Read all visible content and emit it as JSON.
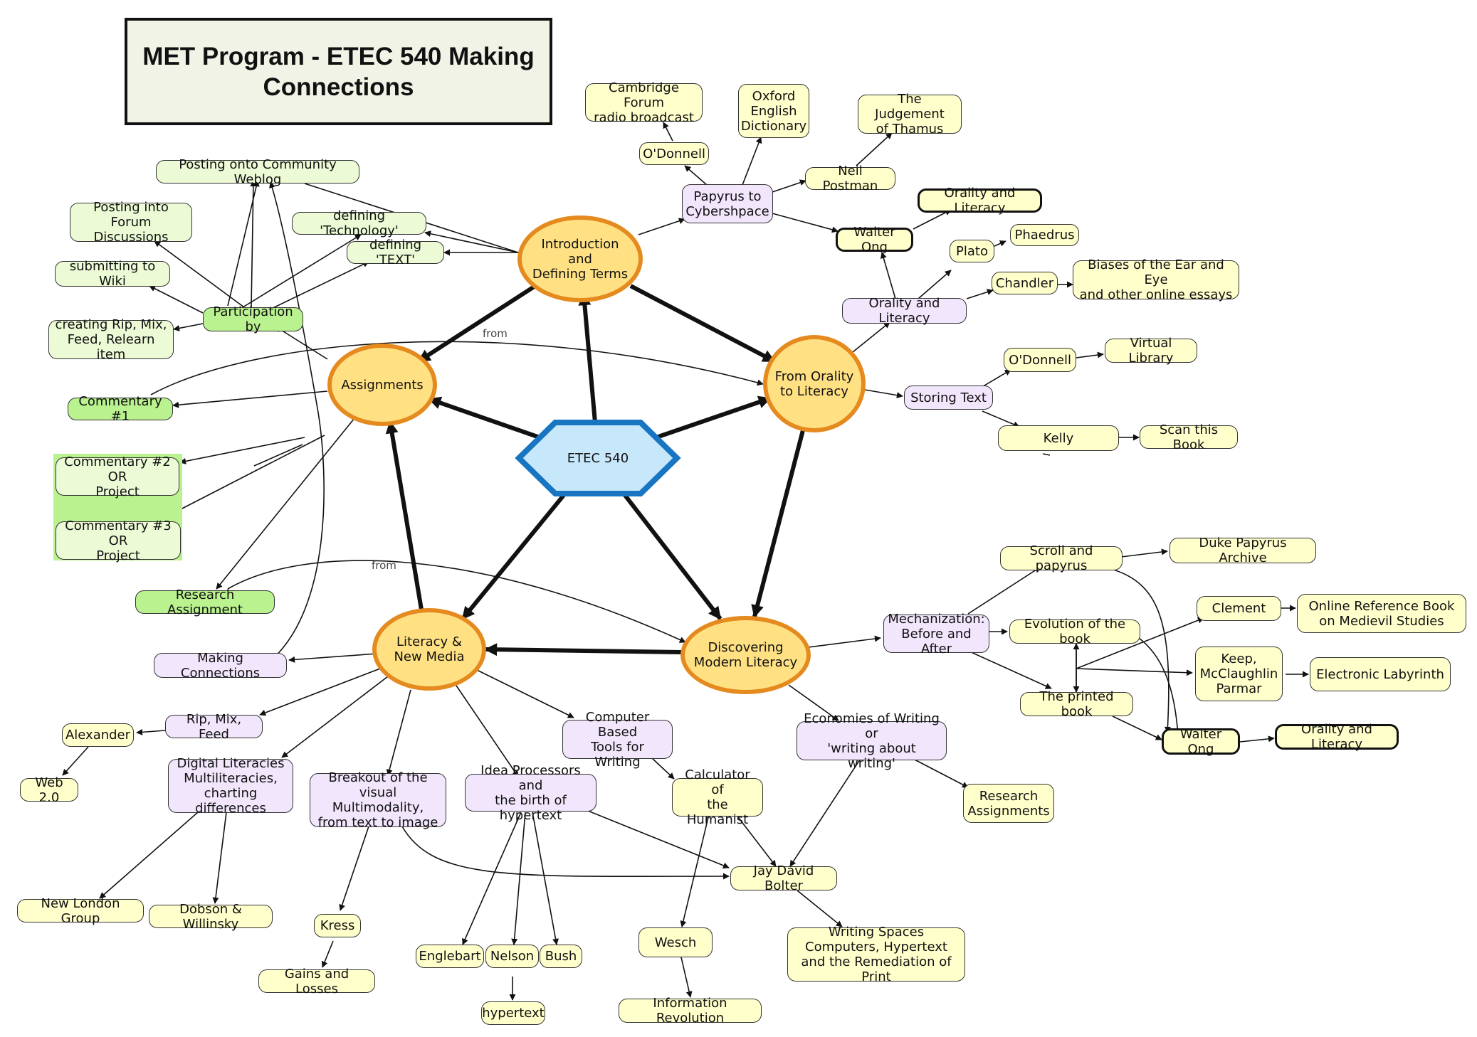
{
  "title": "MET Program - ETEC 540 Making Connections",
  "center": "ETEC 540",
  "hubs": {
    "intro": "Introduction and\nDefining Terms",
    "orality": "From Orality\nto Literacy",
    "assignments": "Assignments",
    "discovering": "Discovering\nModern Literacy",
    "literacy": "Literacy &\nNew Media"
  },
  "nodes": {
    "cambridge": "Cambridge Forum\nradio broadcast",
    "oxford": "Oxford\nEnglish\nDictionary",
    "thamus": "The Judgement\nof Thamus",
    "odonnell1": "O'Donnell",
    "postman": "Neil Postman",
    "papyrus": "Papyrus to\nCybershpace",
    "orality_top": "Orality and Literacy",
    "ong1": "Walter Ong",
    "phaedrus": "Phaedrus",
    "plato": "Plato",
    "chandler": "Chandler",
    "biases": "Biases of the Ear and Eye\nand other online essays",
    "orality_lit": "Orality and Literacy",
    "odonnell2": "O'Donnell",
    "virtual": "Virtual Library",
    "storing": "Storing Text",
    "kelly": "Kelly",
    "scan": "Scan this Book",
    "posting_weblog": "Posting onto Community Weblog",
    "posting_forum": "Posting into\nForum Discussions",
    "def_tech": "defining 'Technology'",
    "def_text": "defining 'TEXT'",
    "wiki": "submitting to Wiki",
    "participation": "Participation by",
    "rip_item": "creating Rip, Mix,\nFeed, Relearn item",
    "comm1": "Commentary #1",
    "comm2": "Commentary #2 OR\nProject",
    "comm3": "Commentary #3 OR\nProject",
    "research_assign": "Research Assignment",
    "making": "Making Connections",
    "alexander": "Alexander",
    "ripmix": "Rip, Mix, Feed",
    "web20": "Web 2.0",
    "digital": "Digital Literacies\nMultiliteracies,\ncharting differences",
    "breakout": "Breakout of the visual\nMultimodality,\nfrom text to image",
    "idea": "Idea Processors and\nthe birth of hypertext",
    "cbt": "Computer Based\nTools for Writing",
    "calc": "Calculator of\nthe Humanist",
    "newlondon": "New London Group",
    "dobson": "Dobson & Willinsky",
    "kress": "Kress",
    "gains": "Gains and Losses",
    "englebart": "Englebart",
    "nelson": "Nelson",
    "bush": "Bush",
    "hypertext": "hypertext",
    "wesch": "Wesch",
    "info_rev": "Information Revolution",
    "bolter": "Jay David Bolter",
    "writing_spaces": "Writing Spaces\nComputers, Hypertext\nand the Remediation of Print",
    "economies": "Economies of Writing or\n'writing about writing'",
    "research_assigns": "Research\nAssignments",
    "mechanization": "Mechanization:\nBefore and After",
    "scroll": "Scroll and papyrus",
    "duke": "Duke Papyrus Archive",
    "evolution": "Evolution of the book",
    "clement": "Clement",
    "online_ref": "Online Reference Book\non Medievil Studies",
    "keep": "Keep,\nMcClaughlin\nParmar",
    "labyrinth": "Electronic Labyrinth",
    "printed": "The printed book",
    "ong2": "Walter Ong",
    "orality_bottom": "Orality and Literacy"
  },
  "edge_labels": {
    "from1": "from",
    "from2": "from"
  },
  "colors": {
    "hub_fill": "#ffe184",
    "hub_border": "#e58a1f",
    "center_fill": "#c7e7fb",
    "center_border": "#1875c2",
    "topic_fill": "#f1e6fb",
    "resource_fill": "#ffffcc",
    "assignment_fill": "#ecfad6",
    "assignment_dark_fill": "#b9f28e"
  }
}
